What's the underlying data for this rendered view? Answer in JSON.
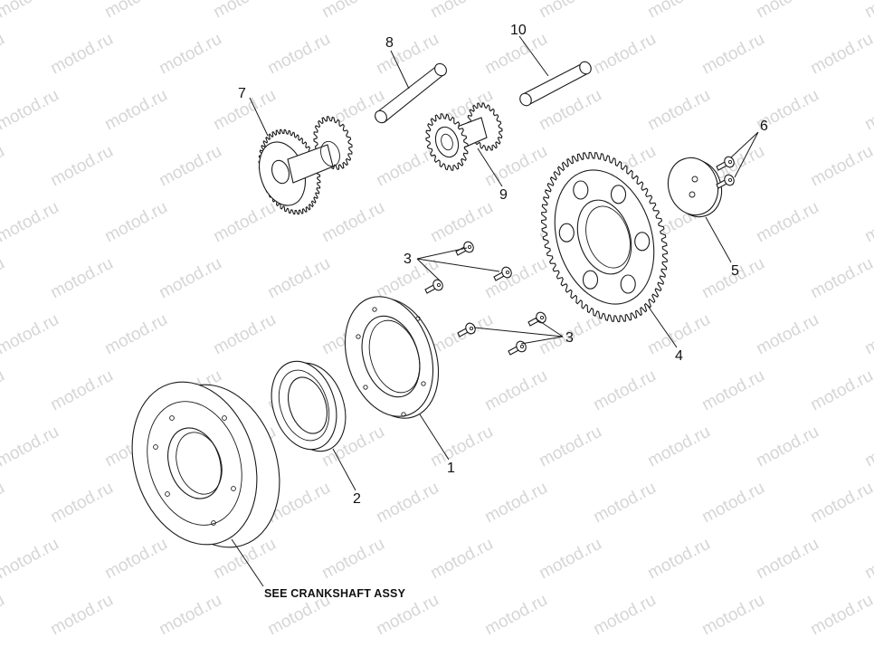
{
  "watermark": {
    "text": "motod.ru"
  },
  "callouts": {
    "p1": "1",
    "p2": "2",
    "p3a": "3",
    "p3b": "3",
    "p4": "4",
    "p5": "5",
    "p6": "6",
    "p7": "7",
    "p8": "8",
    "p9": "9",
    "p10": "10"
  },
  "caption": "SEE CRANKSHAFT ASSY"
}
